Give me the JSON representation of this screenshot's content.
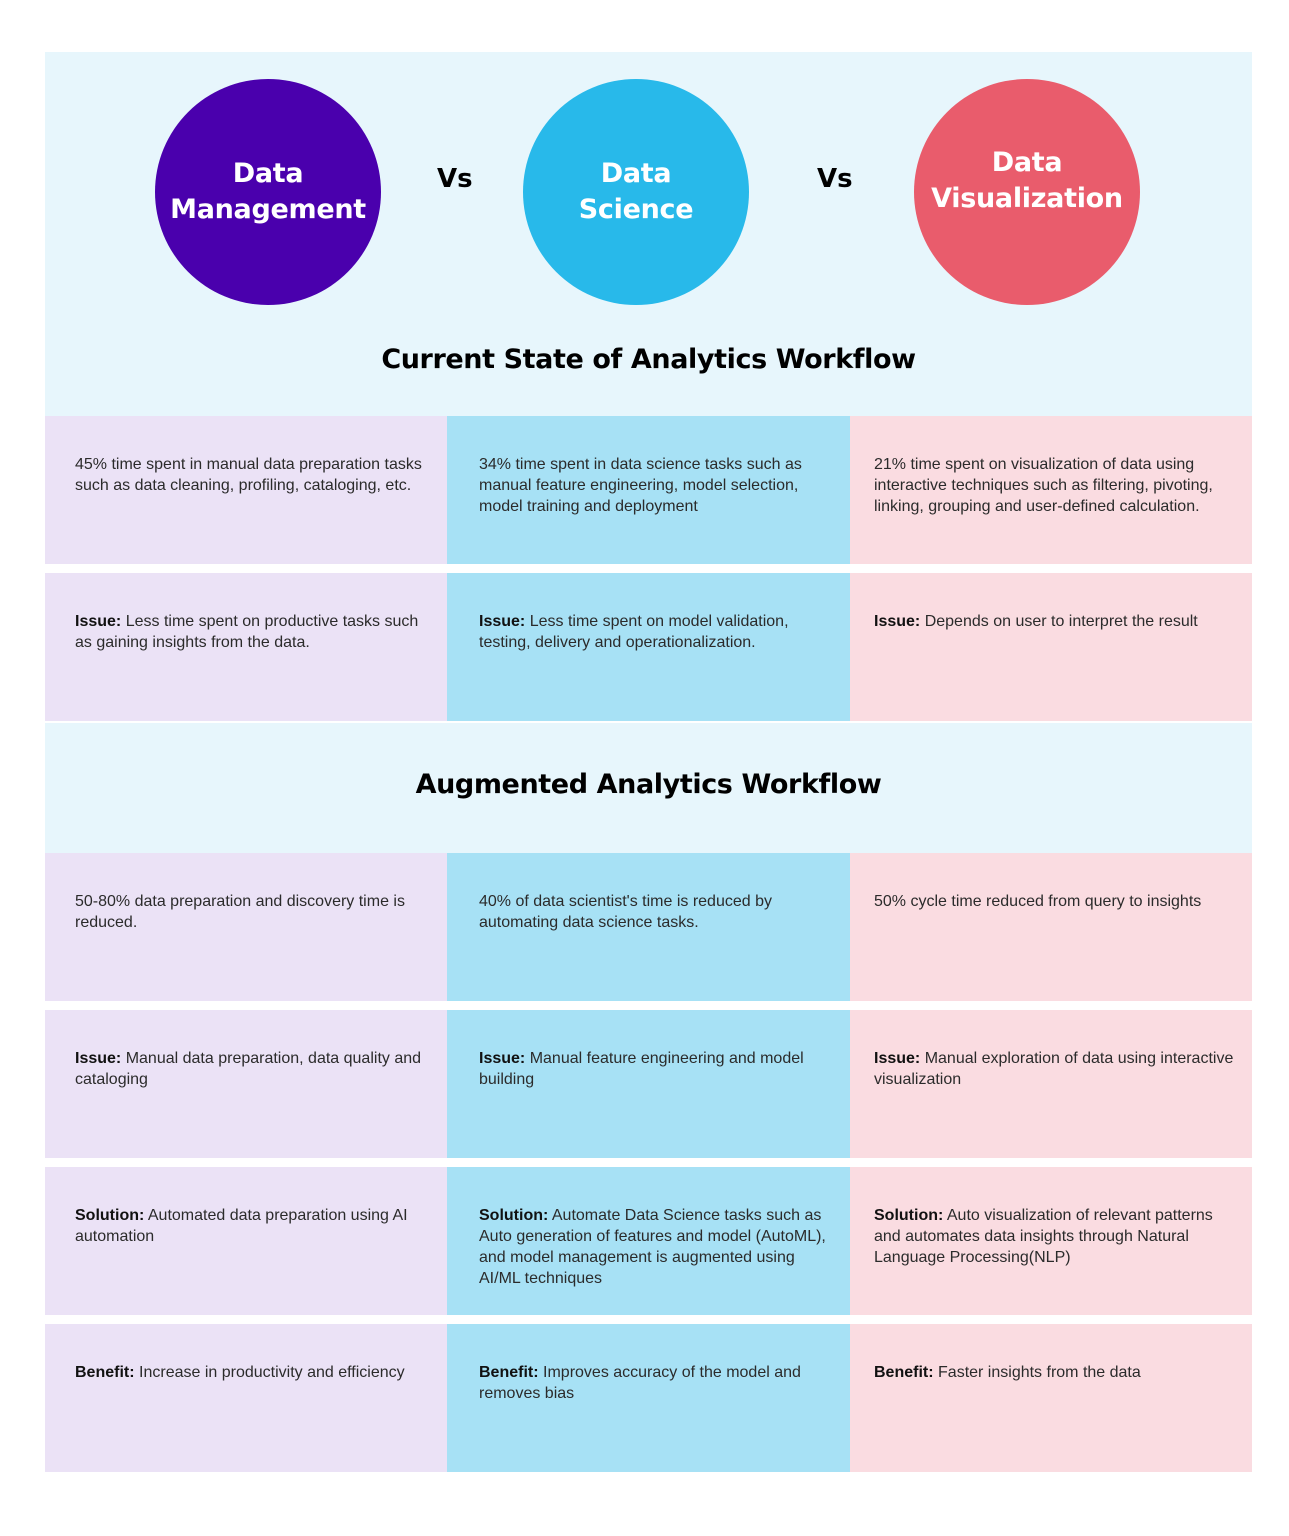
{
  "hero": {
    "circles": [
      {
        "line1": "Data",
        "line2": "Management",
        "color": "#4A00AD"
      },
      {
        "line1": "Data",
        "line2": "Science",
        "color": "#28B9EA"
      },
      {
        "line1": "Data",
        "line2": "Visualization",
        "color": "#E95C6C"
      }
    ],
    "vs_label": "Vs"
  },
  "current_state": {
    "title": "Current State of Analytics Workflow",
    "time_spent": [
      "45% time spent in manual data preparation tasks such as data cleaning, profiling, cataloging, etc.",
      "34% time spent in data science tasks such as manual feature engineering, model selection, model training and deployment",
      "21% time spent on visualization of data using interactive techniques such as filtering, pivoting, linking, grouping and user-defined calculation."
    ],
    "issues": {
      "label": "Issue:",
      "items": [
        "Less time spent on productive tasks such as gaining insights from the data.",
        "Less time spent on model validation, testing, delivery and operationalization.",
        "Depends on user to interpret the result"
      ]
    }
  },
  "augmented": {
    "title": "Augmented Analytics Workflow",
    "reductions": [
      "50-80% data preparation and discovery time is reduced.",
      "40% of data scientist's time is reduced by automating data science tasks.",
      "50% cycle time reduced from query to insights"
    ],
    "issues": {
      "label": "Issue:",
      "items": [
        "Manual data preparation, data quality and cataloging",
        "Manual feature engineering and model building",
        "Manual exploration of data using interactive visualization"
      ]
    },
    "solutions": {
      "label": "Solution:",
      "items": [
        "Automated data preparation using AI automation",
        "Automate Data Science tasks such as Auto generation of features and model (AutoML), and model management is augmented using AI/ML techniques",
        "Auto visualization of  relevant patterns and automates data insights through Natural Language Processing(NLP)"
      ]
    },
    "benefits": {
      "label": "Benefit:",
      "items": [
        "Increase in productivity and efficiency",
        "Improves accuracy of the model and removes bias",
        "Faster insights from the data"
      ]
    }
  },
  "colors": {
    "header_bg": "#E7F6FC",
    "col_management": "#EBE2F6",
    "col_science": "#A7E1F5",
    "col_visualization": "#FADCE1"
  }
}
